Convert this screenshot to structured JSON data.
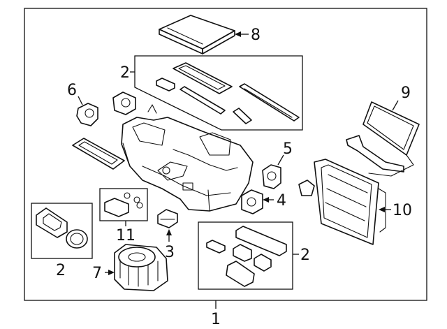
{
  "diagram": {
    "callouts": {
      "main_assembly": "1",
      "seal_kit_upper": "2",
      "seal_kit_left": "2",
      "seal_kit_lower_right": "2",
      "actuator_lower": "3",
      "actuator_right": "4",
      "actuator_upper_right": "5",
      "actuators_left": "6",
      "blower_motor": "7",
      "cabin_filter": "8",
      "heater_core": "9",
      "evaporator_core": "10",
      "sensor_kit": "11"
    }
  }
}
